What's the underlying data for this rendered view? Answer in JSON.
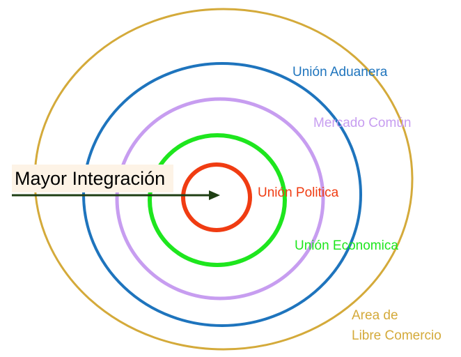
{
  "diagram": {
    "rings": [
      {
        "id": "area",
        "label_lines": [
          "Area de",
          "Libre Comercio"
        ],
        "color": "#d4aa3a"
      },
      {
        "id": "aduanera",
        "label": "Unión Aduanera",
        "color": "#1e74bd"
      },
      {
        "id": "mercado",
        "label": "Mercado Común",
        "color": "#c79df0"
      },
      {
        "id": "economica",
        "label": "Unión Economica",
        "color": "#1ee61e"
      },
      {
        "id": "politica",
        "label": "Unión Politica",
        "color": "#f03c12"
      }
    ],
    "arrow": {
      "label": "Mayor Integración",
      "color": "#1f3f14",
      "label_background": "#fdf3e6"
    }
  }
}
